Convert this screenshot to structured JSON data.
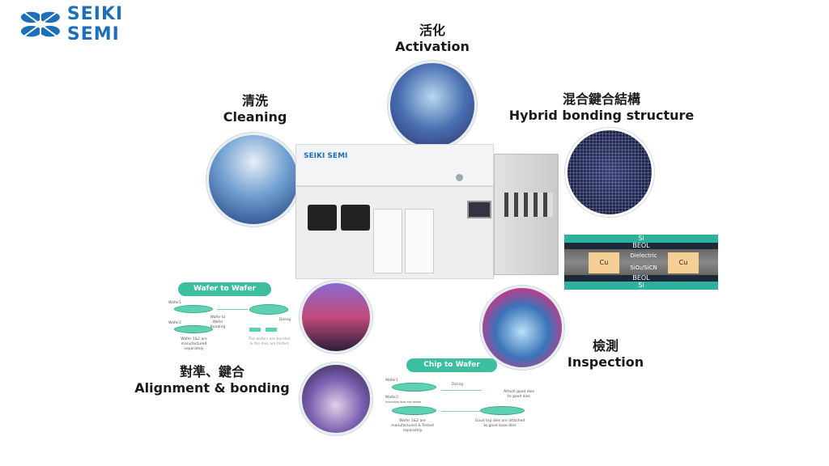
{
  "logo": {
    "text": "SEIKI SEMI",
    "colors": {
      "blue": "#1d6fba",
      "green": "#8cc63f"
    }
  },
  "steps": {
    "activation": {
      "zh": "活化",
      "en": "Activation"
    },
    "cleaning": {
      "zh": "清洗",
      "en": "Cleaning"
    },
    "structure": {
      "zh": "混合鍵合結構",
      "en": "Hybrid bonding structure"
    },
    "alignment": {
      "zh": "對準、鍵合",
      "en": "Alignment & bonding"
    },
    "inspection": {
      "zh": "檢測",
      "en": "Inspection"
    }
  },
  "machine": {
    "brand": "SEIKI SEMI"
  },
  "stack": {
    "top": "Si",
    "beol_top": "BEOL",
    "cu_left": "Cu",
    "dielectric": "Dielectric",
    "material": "SiO₂/SiCN",
    "cu_right": "Cu",
    "beol_bottom": "BEOL",
    "bottom": "Si"
  },
  "w2w": {
    "title": "Wafer to Wafer",
    "wafer1": "Wafer1",
    "wafer2": "Wafer2",
    "bonding": "Wafer to Wafer Bonding",
    "dicing": "Dicing",
    "note_left": "Wafer 1&2 are manufactured separately",
    "note_right": "The wafers are bonded & the dies are tested"
  },
  "c2w": {
    "title": "Chip to Wafer",
    "wafer1": "Wafer1",
    "wafer2": "Wafer2",
    "wafer2_sub": "Individual dies are tested",
    "dicing": "Dicing",
    "attach": "Attach good dies to good dies",
    "note_left": "Wafer 1&2 are manufactured & Tested separately",
    "note_right": "Good top dies are attached to good base dies"
  }
}
